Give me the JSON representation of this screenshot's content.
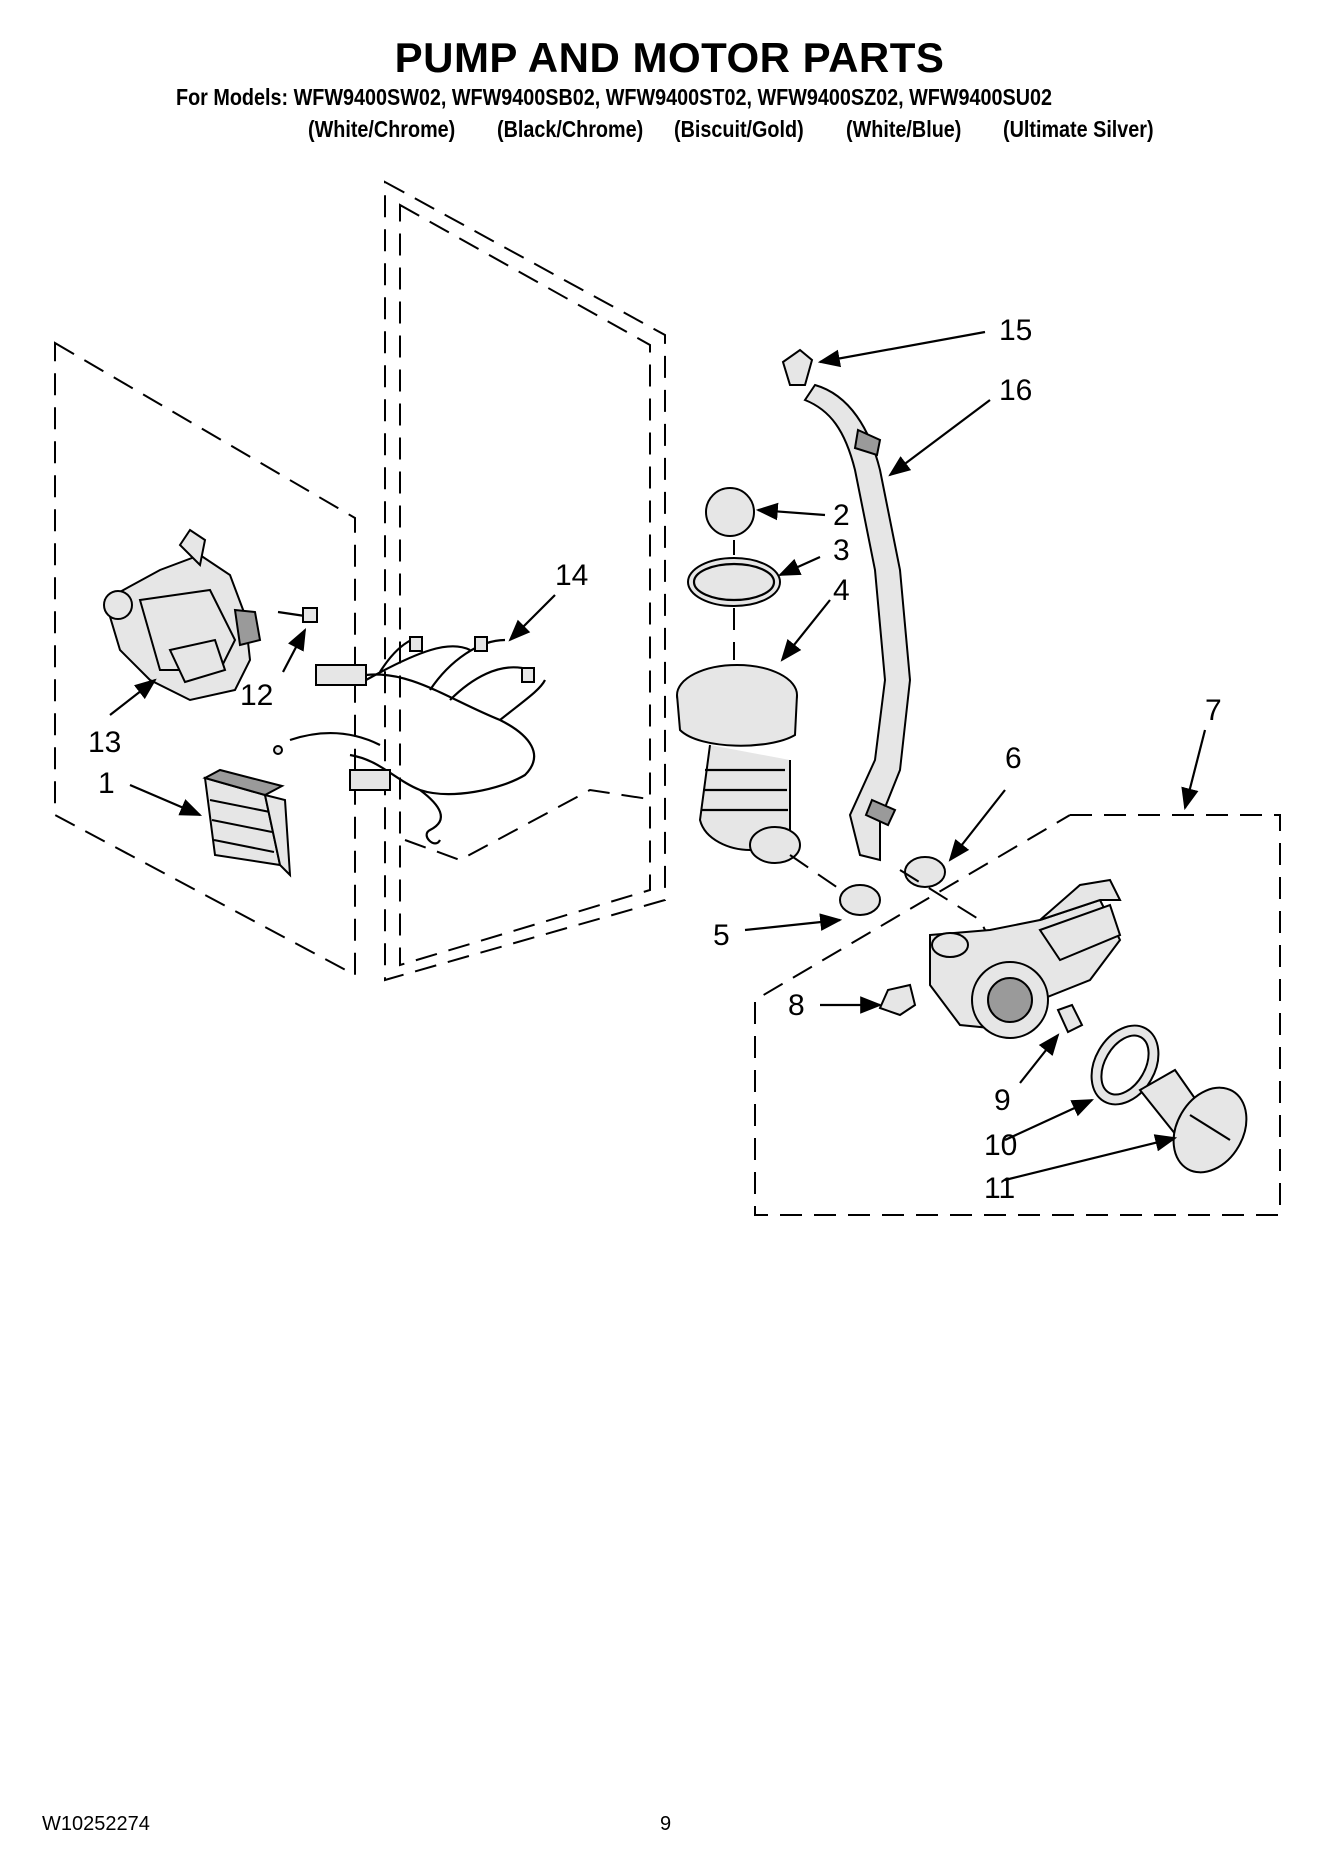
{
  "header": {
    "title": "PUMP AND MOTOR PARTS",
    "models_line": "For Models: WFW9400SW02, WFW9400SB02, WFW9400ST02, WFW9400SZ02, WFW9400SU02",
    "colors": [
      "(White/Chrome)",
      "(Black/Chrome)",
      "(Biscuit/Gold)",
      "(White/Blue)",
      "(Ultimate Silver)"
    ]
  },
  "callouts": {
    "c1": "1",
    "c2": "2",
    "c3": "3",
    "c4": "4",
    "c5": "5",
    "c6": "6",
    "c7": "7",
    "c8": "8",
    "c9": "9",
    "c10": "10",
    "c11": "11",
    "c12": "12",
    "c13": "13",
    "c14": "14",
    "c15": "15",
    "c16": "16"
  },
  "footer": {
    "doc_number": "W10252274",
    "page_number": "9"
  }
}
